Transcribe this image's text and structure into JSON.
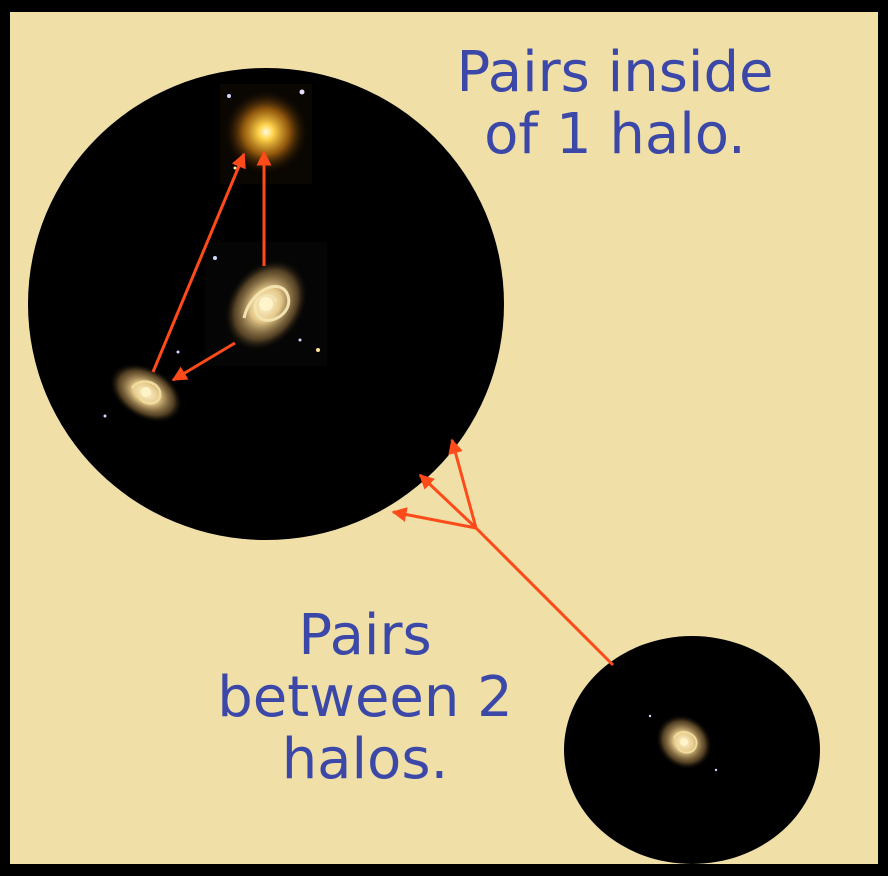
{
  "captions": {
    "inside_line1": "Pairs inside",
    "inside_line2": "of 1 halo.",
    "between_line1": "Pairs",
    "between_line2": "between 2",
    "between_line3": "halos."
  },
  "colors": {
    "background": "#000000",
    "slide": "#f0e0a8",
    "text": "#3c48a8",
    "halo": "#000000",
    "arrow": "#ff4a1a"
  }
}
